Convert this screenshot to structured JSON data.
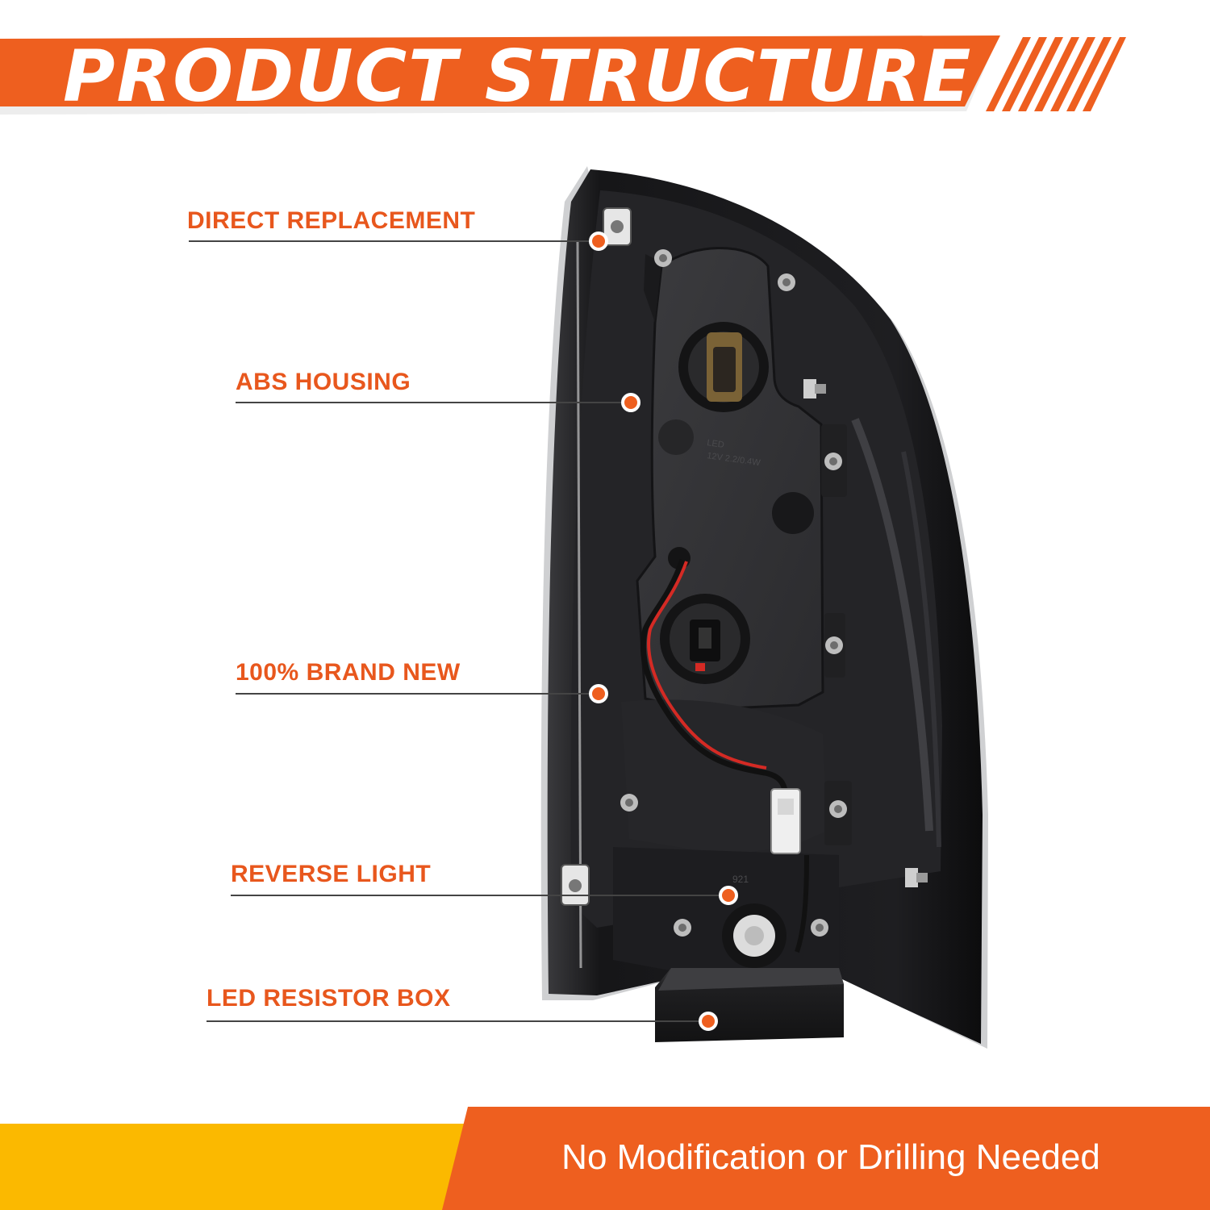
{
  "header": {
    "title": "PRODUCT STRUCTURE"
  },
  "callouts": [
    {
      "label": "DIRECT REPLACEMENT"
    },
    {
      "label": "ABS HOUSING"
    },
    {
      "label": "100% BRAND NEW"
    },
    {
      "label": "REVERSE LIGHT"
    },
    {
      "label": "LED RESISTOR BOX"
    }
  ],
  "product": {
    "bulb_marking_upper": "LED",
    "bulb_marking_lower": "12V 2.2/0.4W",
    "reverse_marking": "921"
  },
  "footer": {
    "text": "No Modification or Drilling Needed"
  },
  "colors": {
    "accent": "#ee5f1f",
    "yellow": "#fbb900",
    "housing": "#1c1c1e",
    "label": "#e8571d"
  }
}
